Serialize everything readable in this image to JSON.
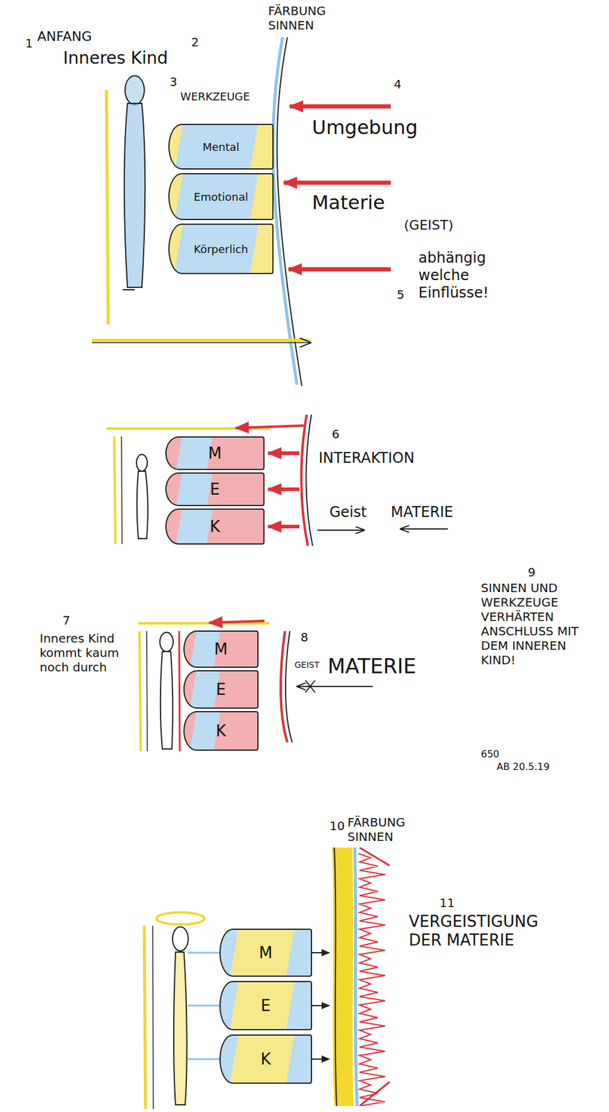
{
  "diagram": {
    "nodes": [
      {
        "text": [
          "Mental"
        ]
      },
      {
        "text": [
          "Emotional"
        ]
      },
      {
        "text": [
          "Körperlich"
        ]
      },
      {
        "text": [
          "M"
        ]
      },
      {
        "text": [
          "E"
        ]
      },
      {
        "text": [
          "K"
        ]
      },
      {
        "text": [
          "M"
        ]
      },
      {
        "text": [
          "E"
        ]
      },
      {
        "text": [
          "K"
        ]
      },
      {
        "text": [
          "FÄRBUNG SINNEN"
        ]
      },
      {
        "text": [
          "M"
        ]
      },
      {
        "text": [
          "E"
        ]
      },
      {
        "text": [
          "K"
        ]
      }
    ],
    "edges": [
      {
        "from": 10,
        "to": 9,
        "arrow": "to"
      },
      {
        "from": 11,
        "to": 9,
        "arrow": "to"
      },
      {
        "from": 12,
        "to": 9,
        "arrow": "to"
      }
    ],
    "labels": [
      "1",
      "ANFANG",
      "Inneres Kind",
      "2",
      "FÄRBUNG SINNEN",
      "3",
      "WERKZEUGE",
      "Umgebung",
      "4",
      "Materie",
      "(GEIST)",
      "abhängig welche Einflüsse!",
      "5",
      "6",
      "INTERAKTION",
      "Geist",
      "MATERIE",
      "7",
      "Inneres Kind kommt kaum noch durch",
      "8",
      "GEIST",
      "MATERIE",
      "9",
      "SINNEN UND WERKZEUGE VERHÄRTEN ANSCHLUSS MIT DEM INNEREN KIND!",
      "650",
      "AB 20.5.19",
      "10",
      "11",
      "VERGEISTIGUNG DER MATERIE"
    ]
  }
}
